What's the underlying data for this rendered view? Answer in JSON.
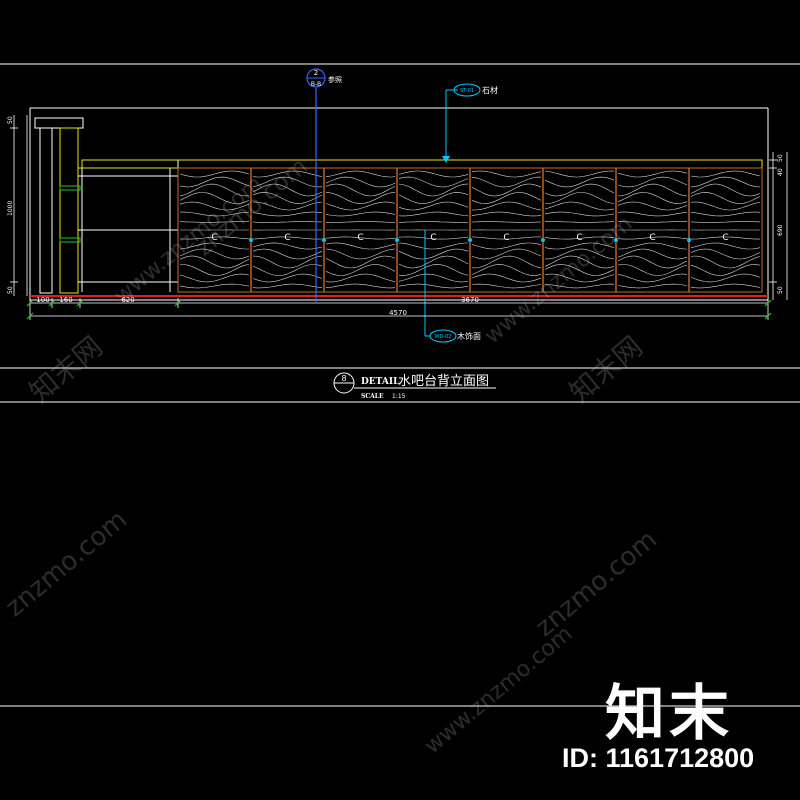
{
  "drawing": {
    "title_label": "DETAIL",
    "title_text": "水吧台背立面图",
    "scale_label": "SCALE",
    "scale_value": "1:15",
    "detail_number": "8"
  },
  "section_marker": {
    "top": "2",
    "bottom": "B-B",
    "note": "参照"
  },
  "callouts": [
    {
      "tag": "ST-01",
      "text": "石材"
    },
    {
      "tag": "WD-02",
      "text": "木饰面"
    }
  ],
  "dimensions": {
    "bottom": [
      "100",
      "160",
      "620",
      "3670"
    ],
    "overall": "4570",
    "left": [
      "50",
      "1000",
      "50"
    ],
    "right": [
      "50",
      "40",
      "690",
      "50"
    ]
  },
  "watermark": {
    "text": "znzmo.com",
    "site": "www.znzmo.com",
    "cn": "知末网"
  },
  "brand": {
    "logo": "知末",
    "id": "ID: 1161712800"
  },
  "colors": {
    "line": "#ffffff",
    "yellow": "#e8e800",
    "cyan": "#00c8ff",
    "blue": "#2a6cff",
    "orange": "#c86a28",
    "red": "#e02020",
    "green": "#22c322"
  }
}
